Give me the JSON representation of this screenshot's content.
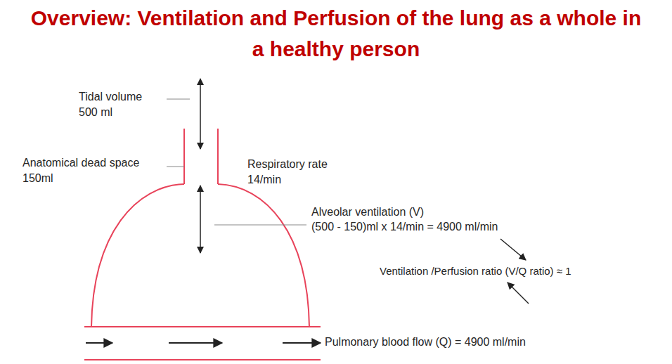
{
  "diagram": {
    "title": "Overview: Ventilation and Perfusion of the lung as a whole in a healthy person",
    "labels": [
      "Tidal volume 500 ml",
      "Anatomical dead space 150ml",
      "Respiratory rate 14/min",
      "Alveolar ventilation (V)",
      "(500 - 150)ml x 14/min = 4900 ml/min",
      "Ventilation /Perfusion ratio (V/Q ratio) ≈ 1",
      "Pulmonary blood flow (Q) = 4900 ml/min"
    ]
  }
}
